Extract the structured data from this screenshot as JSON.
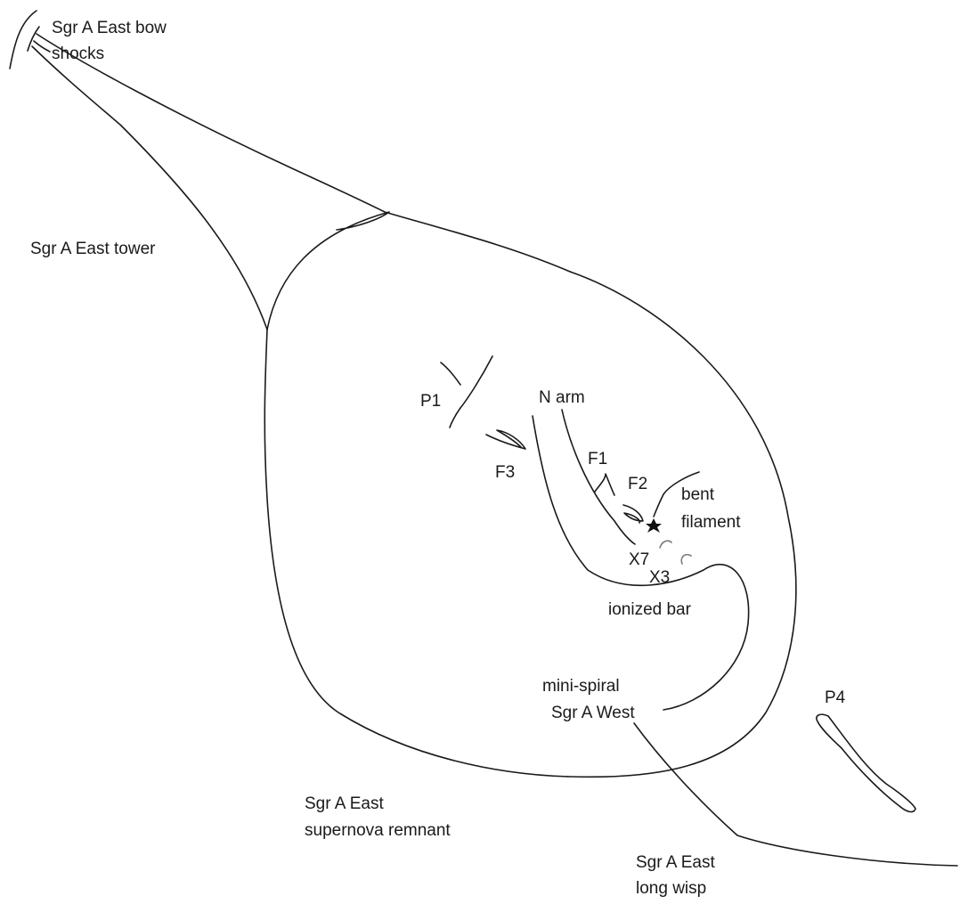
{
  "diagram": {
    "labels": {
      "bow_shocks": [
        "Sgr  A East  bow",
        "shocks"
      ],
      "tower": [
        "Sgr A East tower"
      ],
      "p1": [
        "P1"
      ],
      "n_arm": [
        "N arm"
      ],
      "f3": [
        "F3"
      ],
      "f1": [
        "F1"
      ],
      "f2": [
        "F2"
      ],
      "bent_filament": [
        "bent",
        "filament"
      ],
      "x7": [
        "X7"
      ],
      "x3": [
        "X3"
      ],
      "ionized_bar": [
        "ionized bar"
      ],
      "mini_spiral": [
        "mini-spiral",
        "Sgr A West"
      ],
      "p4": [
        "P4"
      ],
      "supernova_remnant": [
        "Sgr A East",
        "supernova remnant"
      ],
      "long_wisp": [
        "Sgr A East",
        "long wisp"
      ]
    },
    "colors": {
      "ink": "#1a1a1a",
      "faint_ink": "#7a7a7a",
      "background": "#ffffff"
    },
    "icons": {
      "sgr_a_star": "star-icon"
    }
  }
}
